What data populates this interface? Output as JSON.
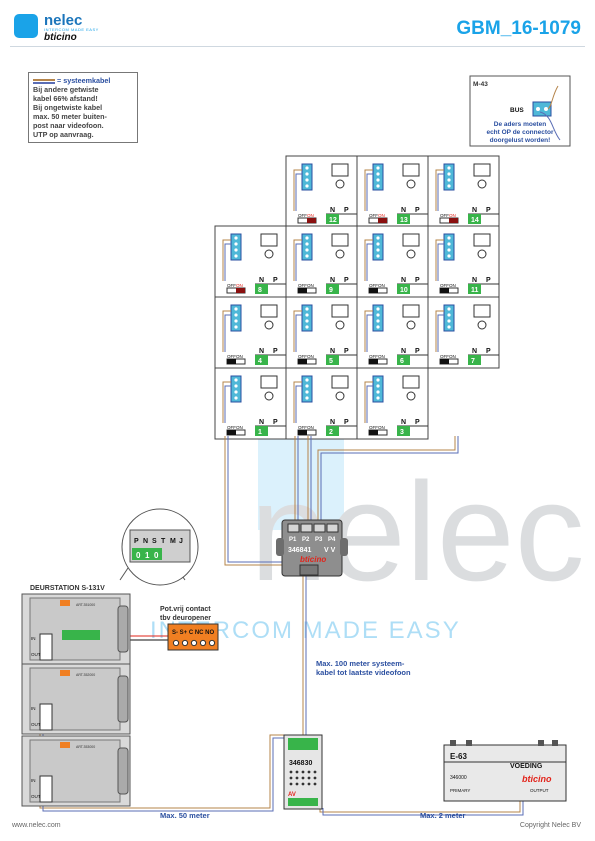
{
  "header": {
    "logo_name": "nelec",
    "logo_tagline": "INTERCOM MADE EASY",
    "logo_brand": "bticino",
    "doc_code": "GBM_16-1079"
  },
  "legend_note": {
    "line1": "= systeemkabel",
    "line2": "Bij andere getwiste",
    "line3": "kabel 66% afstand!",
    "line4": "Bij ongetwiste kabel",
    "line5": "max. 50 meter buiten-",
    "line6": "post naar videofoon.",
    "line7": "UTP op aanvraag."
  },
  "bus_box": {
    "code": "M-43",
    "bus_label": "BUS",
    "note1": "De aders moeten",
    "note2": "echt OP de connector",
    "note3": "doorgelust worden!"
  },
  "monitors": {
    "n_label": "N",
    "p_label": "P",
    "off_label": "OFF",
    "on_label": "ON",
    "numbers": [
      "12",
      "13",
      "14",
      "8",
      "9",
      "10",
      "11",
      "4",
      "5",
      "6",
      "7",
      "1",
      "2",
      "3"
    ]
  },
  "distributor": {
    "ports": [
      "P1",
      "P2",
      "P3",
      "P4"
    ],
    "code": "346841",
    "vv": "V V",
    "brand": "bticino"
  },
  "door_station": {
    "title": "DEURSTATION S-131V",
    "art1": "ART.351000",
    "art2": "ART.352000",
    "art3": "ART.353000",
    "in_label": "IN",
    "out_label": "OUT"
  },
  "dip_detail": {
    "labels": [
      "P",
      "N",
      "S",
      "T",
      "M",
      "J"
    ],
    "values": [
      "0",
      "1",
      "0"
    ]
  },
  "relay": {
    "caption1": "Pot.vrij contact",
    "caption2": "tbv deuropener",
    "terminals": "S-  S+ C  NC NO"
  },
  "power_adapter": {
    "code": "346830",
    "av": "AV"
  },
  "power_supply": {
    "code": "E-63",
    "voeding": "VOEDING",
    "art": "346000",
    "brand": "bticino",
    "prim": "PRIMARY",
    "out": "OUTPUT"
  },
  "cable_labels": {
    "max100_1": "Max. 100 meter systeem-",
    "max100_2": "kabel tot laatste videofoon",
    "max50": "Max. 50 meter",
    "max2": "Max. 2 meter"
  },
  "watermark": {
    "word": "nelec",
    "tagline": "INTERCOM MADE EASY"
  },
  "footer": {
    "left": "www.nelec.com",
    "right": "Copyright Nelec BV"
  },
  "colors": {
    "brand_blue": "#1aa3e8",
    "dark_blue": "#2b4fa0",
    "green": "#38b44a",
    "orange": "#f07f22",
    "bticino_red": "#e2231a",
    "cable_brown": "#b5844a",
    "cable_blue": "#5a6db5"
  }
}
